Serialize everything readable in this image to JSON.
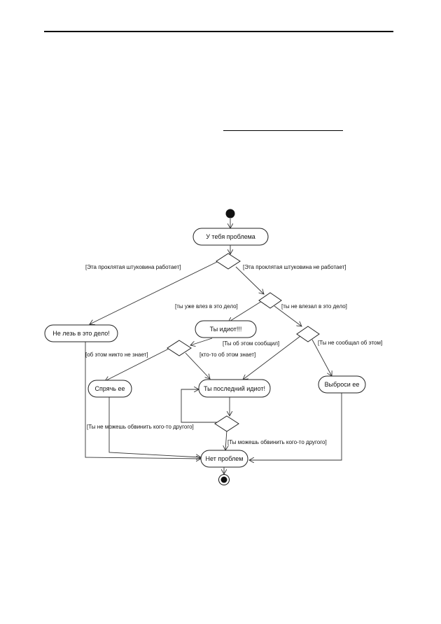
{
  "diagram": {
    "nodes": {
      "problem": "У тебя проблема",
      "dont_touch": "Не лезь в это дело!",
      "idiot": "Ты идиот!!!",
      "hide": "Спрячь ее",
      "last_idiot": "Ты последний идиот!",
      "throw_away": "Выброси ее",
      "no_problem": "Нет проблем"
    },
    "guards": {
      "works": "[Эта проклятая штуковина работает]",
      "not_works": "[Эта проклятая штуковина не работает]",
      "meddled": "[ты уже влез в это дело]",
      "not_meddled": "[ты не влезал в это дело]",
      "told": "[Ты об этом сообщил]",
      "not_told": "[Ты не сообщал об этом]",
      "nobody_knows": "[об этом никто не знает]",
      "someone_knows": "[кто-то об этом знает]",
      "cannot_blame": "[Ты не можешь обвинить кого-то другого]",
      "can_blame": "[Ты можешь обвинить кого-то другого]"
    }
  }
}
